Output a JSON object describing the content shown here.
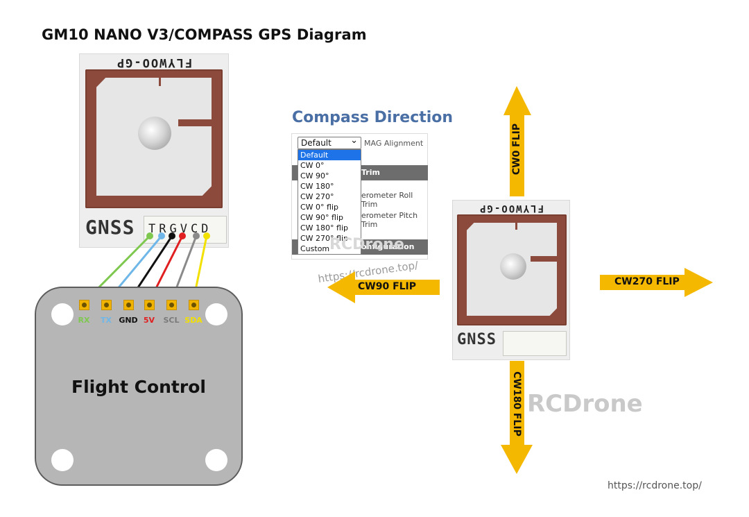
{
  "title": "GM10 NANO V3/COMPASS GPS Diagram",
  "gps_module": {
    "brand": "FLYWOO-GP",
    "module_label": "GNSS",
    "pin_letters": "TRGVCD"
  },
  "flight_control": {
    "title": "Flight Control",
    "pads": [
      {
        "label": "RX",
        "color": "#7ec850"
      },
      {
        "label": "TX",
        "color": "#6fb7e8"
      },
      {
        "label": "GND",
        "color": "#111111"
      },
      {
        "label": "5V",
        "color": "#e02020"
      },
      {
        "label": "SCL",
        "color": "#8a8a8a"
      },
      {
        "label": "SDA",
        "color": "#f2e000"
      }
    ]
  },
  "compass": {
    "title": "Compass Direction",
    "select_value": "Default",
    "select_caret": "⌄",
    "mag_alignment_label": "MAG Alignment",
    "section_trim": "Trim",
    "row_roll": "erometer Roll Trim",
    "row_pitch": "erometer Pitch Trim",
    "section_config": "onfiguration",
    "options": [
      "Default",
      "CW 0°",
      "CW 90°",
      "CW 180°",
      "CW 270°",
      "CW 0° flip",
      "CW 90° flip",
      "CW 180° flip",
      "CW 270° flip",
      "Custom"
    ],
    "selected_option": "Default"
  },
  "orientation": {
    "module_brand": "FLYWOO-GP",
    "module_label": "GNSS",
    "up": "CW0 FLIP",
    "left": "CW90 FLIP",
    "right": "CW270 FLIP",
    "down": "CW180 FLIP"
  },
  "watermarks": {
    "big": "RCDrone",
    "small": "RCDrone",
    "url_tilted": "https://rcdrone.top/",
    "url_footer": "https://rcdrone.top/"
  },
  "colors": {
    "arrow": "#f5b800",
    "antenna": "#8b4a3c",
    "board": "#b6b6b6",
    "pad": "#f0b400",
    "compass_title": "#4a6fa5"
  }
}
